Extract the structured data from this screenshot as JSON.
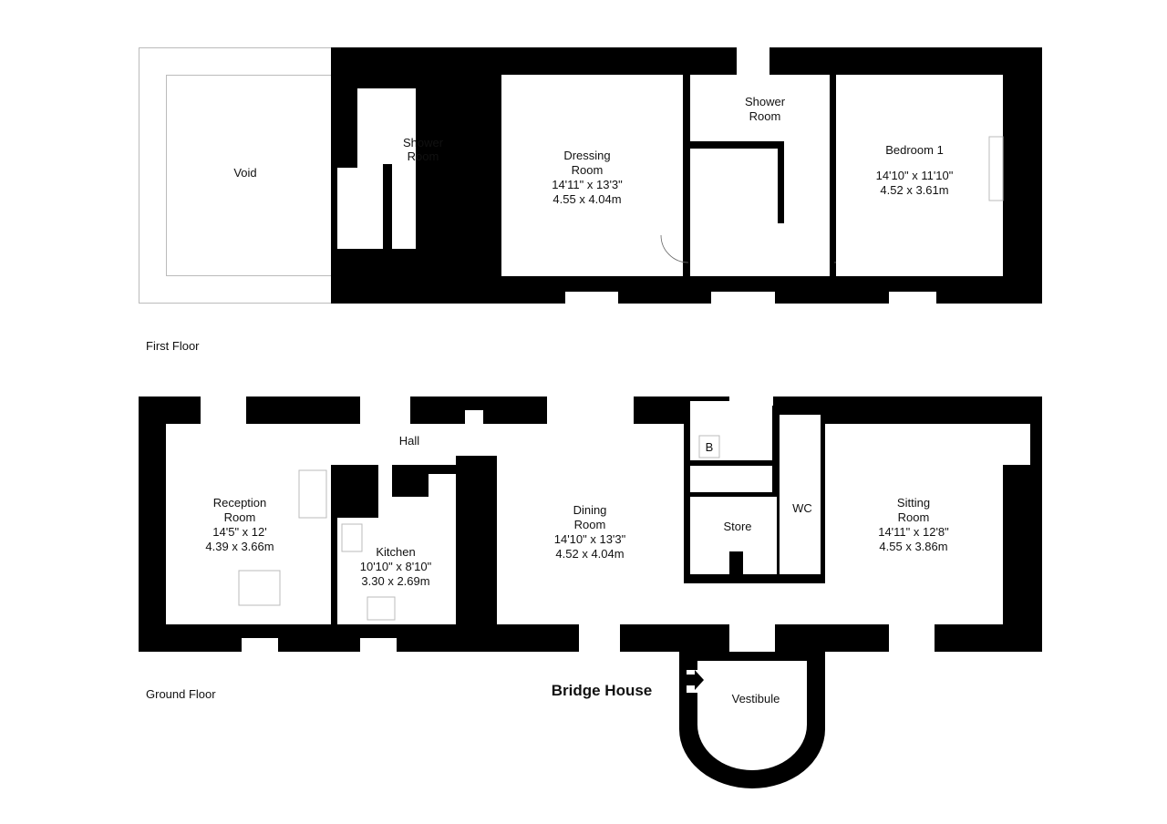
{
  "title": "Bridge House",
  "floors": [
    {
      "name": "First Floor",
      "rooms": [
        {
          "name": [
            "Void"
          ]
        },
        {
          "name": [
            "Shower",
            "Room"
          ]
        },
        {
          "name": [
            "Dressing",
            "Room"
          ],
          "imperial": "14'11\" x 13'3\"",
          "metric": "4.55 x 4.04m"
        },
        {
          "name": [
            "Shower",
            "Room"
          ]
        },
        {
          "name": [
            "Bedroom 1"
          ],
          "imperial": "14'10\" x 11'10\"",
          "metric": "4.52 x 3.61m"
        }
      ]
    },
    {
      "name": "Ground Floor",
      "rooms": [
        {
          "name": [
            "Reception",
            "Room"
          ],
          "imperial": "14'5\" x 12'",
          "metric": "4.39 x 3.66m"
        },
        {
          "name": [
            "Hall"
          ]
        },
        {
          "name": [
            "Kitchen"
          ],
          "imperial": "10'10\" x 8'10\"",
          "metric": "3.30 x 2.69m"
        },
        {
          "name": [
            "Dining",
            "Room"
          ],
          "imperial": "14'10\" x 13'3\"",
          "metric": "4.52 x 4.04m"
        },
        {
          "name": [
            "B"
          ]
        },
        {
          "name": [
            "Store"
          ]
        },
        {
          "name": [
            "WC"
          ]
        },
        {
          "name": [
            "Sitting",
            "Room"
          ],
          "imperial": "14'11\" x 12'8\"",
          "metric": "4.55 x 3.86m"
        },
        {
          "name": [
            "Vestibule"
          ]
        }
      ]
    }
  ]
}
